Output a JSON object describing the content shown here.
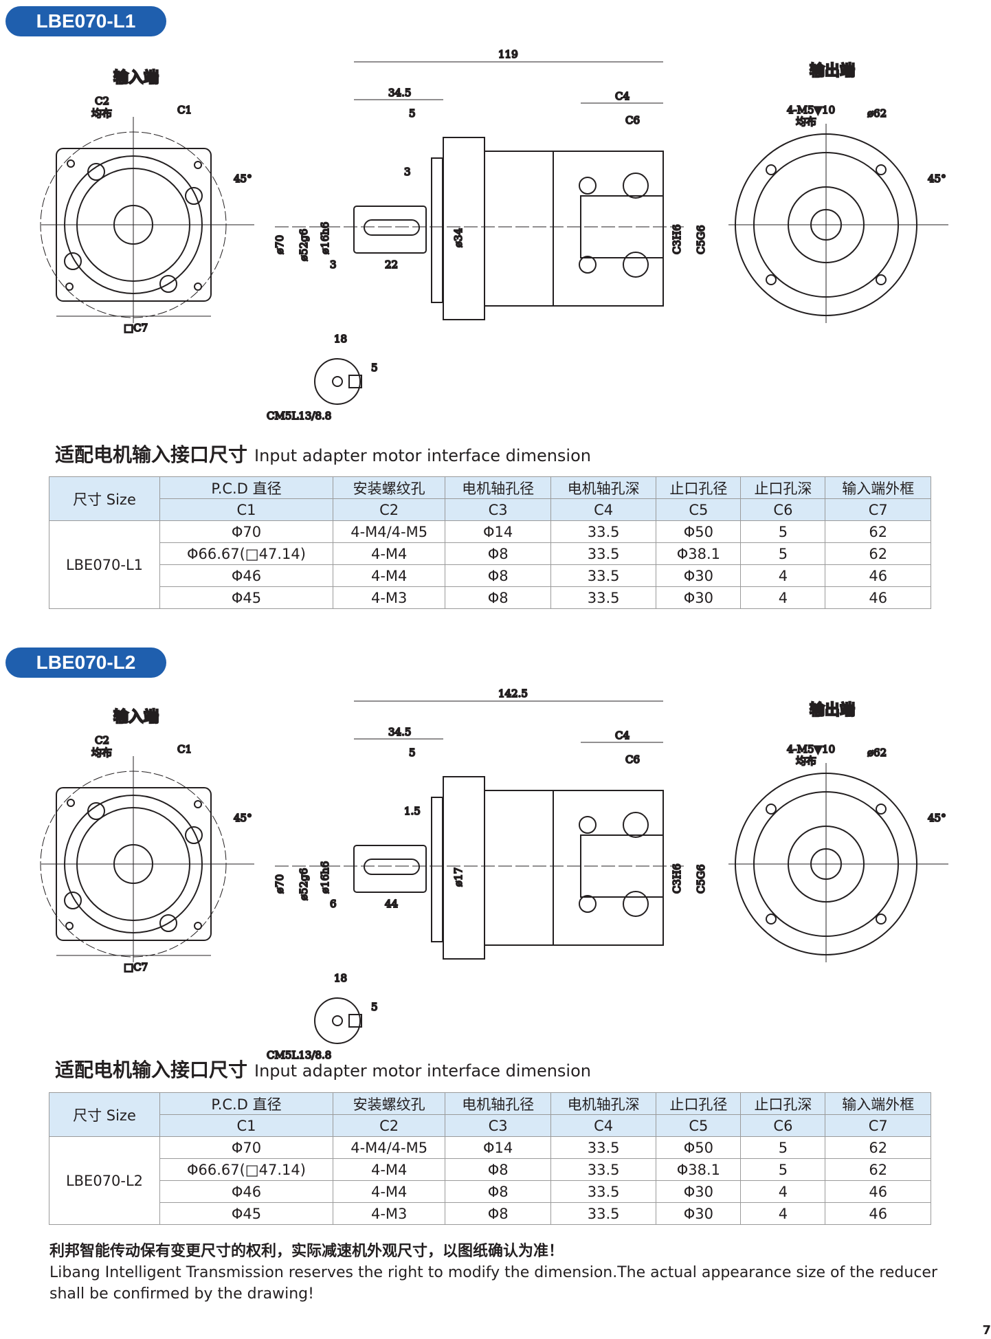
{
  "sections": [
    {
      "model": "LBE070-L1",
      "drawing": {
        "input_label": "输入端",
        "output_label": "输出端",
        "c2_label": "C2",
        "c2_sub": "均布",
        "c1_label": "C1",
        "c7_label": "□C7",
        "angle": "45°",
        "angle_out": "45°",
        "len_total": "119",
        "len_345": "34.5",
        "len_5": "5",
        "len_3a": "3",
        "len_3b": "3",
        "len_22": "22",
        "c4": "C4",
        "c6": "C6",
        "d70": "ø70",
        "d52": "ø52g6",
        "d16": "ø16h6",
        "d34": "ø34",
        "c3": "C3H6",
        "c5": "C5G6",
        "out_holes": "4-M5▼10",
        "out_holes_sub": "均布",
        "out_d": "ø62",
        "key_18": "18",
        "key_5": "5",
        "key_thread": "CM5L13/8.8"
      }
    },
    {
      "model": "LBE070-L2",
      "drawing": {
        "input_label": "输入端",
        "output_label": "输出端",
        "c2_label": "C2",
        "c2_sub": "均布",
        "c1_label": "C1",
        "c7_label": "□C7",
        "angle": "45°",
        "angle_out": "45°",
        "len_total": "142.5",
        "len_345": "34.5",
        "len_5": "5",
        "len_3a": "1.5",
        "len_3b": "6",
        "len_22": "44",
        "c4": "C4",
        "c6": "C6",
        "d70": "ø70",
        "d52": "ø52g6",
        "d16": "ø16h6",
        "d34": "ø17",
        "c3": "C3H6",
        "c5": "C5G6",
        "out_holes": "4-M5▼10",
        "out_holes_sub": "均布",
        "out_d": "ø62",
        "key_18": "18",
        "key_5": "5",
        "key_thread": "CM5L13/8.8"
      }
    }
  ],
  "table_title_cn": "适配电机输入接口尺寸",
  "table_title_en": "Input adapter motor interface dimension",
  "table": {
    "size_label": "尺寸 Size",
    "headers_cn": [
      "P.C.D 直径",
      "安装螺纹孔",
      "电机轴孔径",
      "电机轴孔深",
      "止口孔径",
      "止口孔深",
      "输入端外框"
    ],
    "headers_code": [
      "C1",
      "C2",
      "C3",
      "C4",
      "C5",
      "C6",
      "C7"
    ],
    "rows": [
      [
        "Φ70",
        "4-M4/4-M5",
        "Φ14",
        "33.5",
        "Φ50",
        "5",
        "62"
      ],
      [
        "Φ66.67(□47.14)",
        "4-M4",
        "Φ8",
        "33.5",
        "Φ38.1",
        "5",
        "62"
      ],
      [
        "Φ46",
        "4-M4",
        "Φ8",
        "33.5",
        "Φ30",
        "4",
        "46"
      ],
      [
        "Φ45",
        "4-M3",
        "Φ8",
        "33.5",
        "Φ30",
        "4",
        "46"
      ]
    ]
  },
  "footer": {
    "cn": "利邦智能传动保有变更尺寸的权利，实际减速机外观尺寸，以图纸确认为准！",
    "en": "Libang Intelligent Transmission reserves the right to modify the dimension.The actual appearance size of the reducer shall be confirmed by the drawing!"
  },
  "page_number": "7"
}
